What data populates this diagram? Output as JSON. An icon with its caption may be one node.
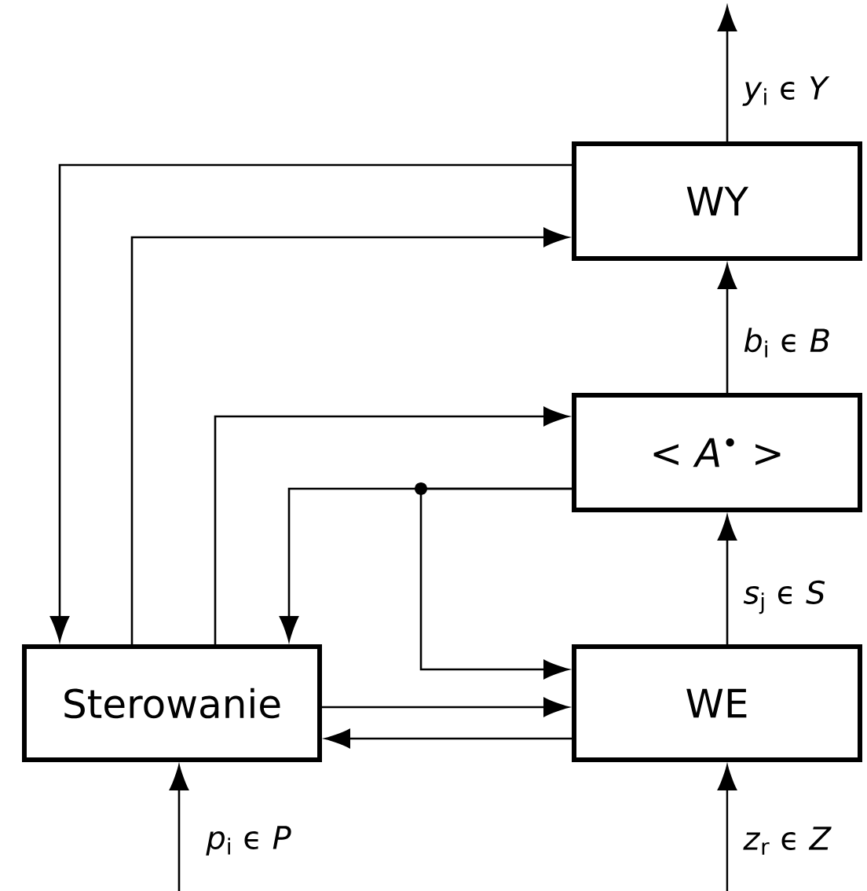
{
  "diagram": {
    "nodes": [
      {
        "text": [
          "WY"
        ]
      },
      {
        "text": [
          "< *A*$^{•}$ >"
        ]
      },
      {
        "text": [
          "Sterowanie"
        ]
      },
      {
        "text": [
          "WE"
        ]
      }
    ],
    "edges": [
      {
        "from": 0,
        "to": null,
        "arrow": "to",
        "label": "*y*$_{i}$ ϵ *Y*"
      },
      {
        "from": 1,
        "to": 0,
        "arrow": "to",
        "label": "*b*$_{i}$ ϵ *B*"
      },
      {
        "from": 3,
        "to": 1,
        "arrow": "to",
        "label": "*s*$_{j}$ ϵ *S*"
      },
      {
        "from": null,
        "to": 3,
        "arrow": "to",
        "label": "*z*$_{r}$ ϵ *Z*"
      },
      {
        "from": null,
        "to": 2,
        "arrow": "to",
        "label": "*p*$_{i}$ ϵ *P*"
      },
      {
        "from": 0,
        "to": 2,
        "arrow": "to"
      },
      {
        "from": 2,
        "to": 0,
        "arrow": "to"
      },
      {
        "from": 2,
        "to": 1,
        "arrow": "to"
      },
      {
        "from": 1,
        "to": 2,
        "arrow": "to"
      },
      {
        "from": 1,
        "to": 3,
        "arrow": "to"
      },
      {
        "from": 2,
        "to": 3,
        "arrow": "to"
      },
      {
        "from": 3,
        "to": 2,
        "arrow": "to"
      }
    ]
  }
}
